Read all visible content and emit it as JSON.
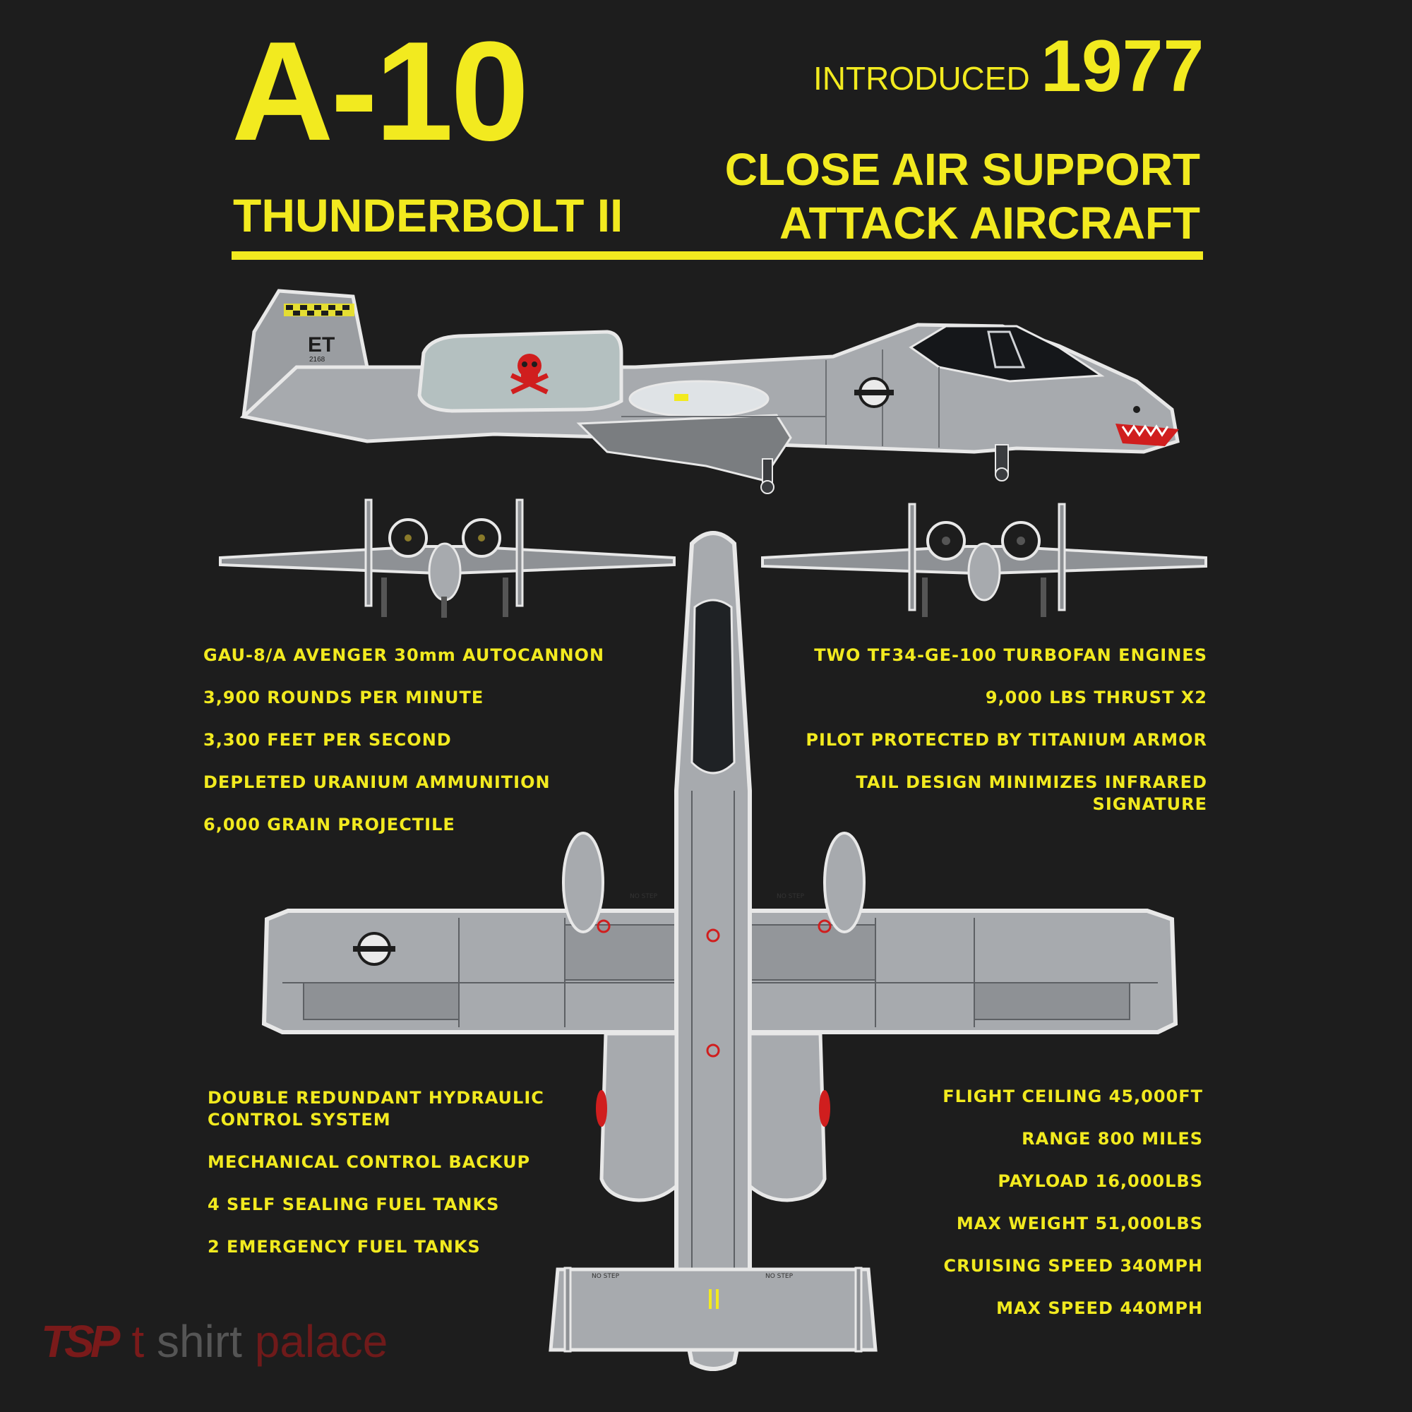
{
  "header": {
    "model": "A-10",
    "name": "THUNDERBOLT II",
    "introduced_label": "INTRODUCED",
    "introduced_year": "1977",
    "role_line1": "CLOSE AIR SUPPORT",
    "role_line2": "ATTACK AIRCRAFT"
  },
  "aircraft_markings": {
    "tail_code": "ET",
    "tail_sub": "2168",
    "panel_text": "NO STEP"
  },
  "specs_left_top": [
    "GAU-8/A AVENGER 30mm AUTOCANNON",
    "3,900 ROUNDS PER MINUTE",
    "3,300 FEET PER SECOND",
    "DEPLETED URANIUM AMMUNITION",
    "6,000 GRAIN PROJECTILE"
  ],
  "specs_right_top": [
    "TWO TF34-GE-100 TURBOFAN ENGINES",
    "9,000 LBS THRUST X2",
    "PILOT PROTECTED BY TITANIUM ARMOR",
    "TAIL DESIGN MINIMIZES INFRARED",
    "SIGNATURE"
  ],
  "specs_left_bottom": [
    "DOUBLE REDUNDANT HYDRAULIC",
    "CONTROL SYSTEM",
    "MECHANICAL CONTROL BACKUP",
    "4 SELF SEALING FUEL TANKS",
    "2 EMERGENCY FUEL TANKS"
  ],
  "specs_right_bottom": [
    "FLIGHT CEILING 45,000FT",
    "RANGE 800 MILES",
    "PAYLOAD 16,000LBS",
    "MAX  WEIGHT 51,000LBS",
    "CRUISING SPEED 340MPH",
    "MAX SPEED 440MPH"
  ],
  "watermark": {
    "logo": "TSP",
    "t": "t",
    "shirt": " shirt",
    "palace": " palace"
  },
  "colors": {
    "background": "#1d1d1d",
    "accent_yellow": "#f2ea1f",
    "aircraft_gray": "#a7aaae",
    "insignia_red": "#d01e1e"
  }
}
